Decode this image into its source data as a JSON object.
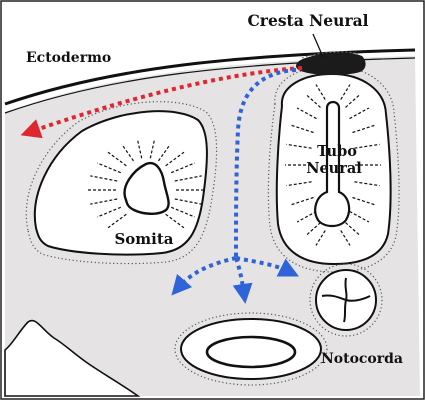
{
  "labels": {
    "cresta_neural": "Cresta Neural",
    "ectodermo": "Ectodermo",
    "tubo_line1": "Tubo",
    "tubo_line2": "Neural",
    "somita": "Somita",
    "notocorda": "Notocorda"
  },
  "colors": {
    "background": "#e5e3e4",
    "outline": "#111111",
    "tissue_fill": "#ffffff",
    "crest": "#1b1b1b",
    "migration_dorsolateral": "#e0262f",
    "migration_ventral": "#2f63d8"
  }
}
